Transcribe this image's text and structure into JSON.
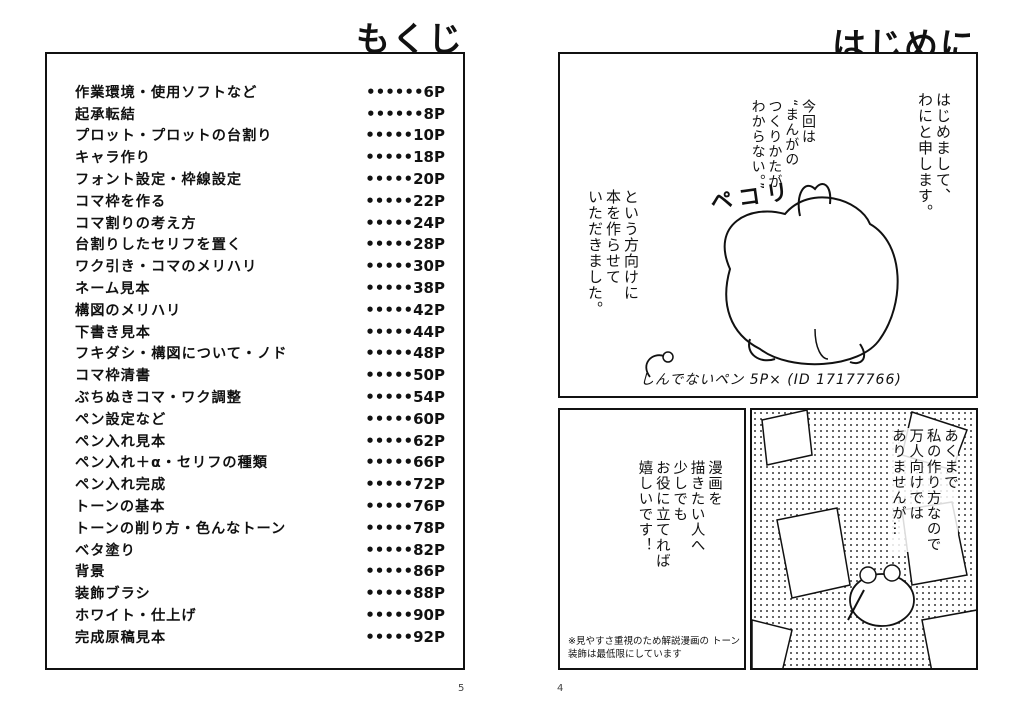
{
  "left_page": {
    "title": "もくじ",
    "toc": [
      {
        "label": "作業環境・使用ソフトなど",
        "page": "••••••6P"
      },
      {
        "label": "起承転結",
        "page": "••••••8P"
      },
      {
        "label": "プロット・プロットの台割り",
        "page": "•••••10P"
      },
      {
        "label": "キャラ作り",
        "page": "•••••18P"
      },
      {
        "label": "フォント設定・枠線設定",
        "page": "•••••20P"
      },
      {
        "label": "コマ枠を作る",
        "page": "•••••22P"
      },
      {
        "label": "コマ割りの考え方",
        "page": "•••••24P"
      },
      {
        "label": "台割りしたセリフを置く",
        "page": "•••••28P"
      },
      {
        "label": "ワク引き・コマのメリハリ",
        "page": "•••••30P"
      },
      {
        "label": "ネーム見本",
        "page": "•••••38P"
      },
      {
        "label": "構図のメリハリ",
        "page": "•••••42P"
      },
      {
        "label": "下書き見本",
        "page": "•••••44P"
      },
      {
        "label": "フキダシ・構図について・ノド",
        "page": "•••••48P"
      },
      {
        "label": "コマ枠清書",
        "page": "•••••50P"
      },
      {
        "label": "ぶちぬきコマ・ワク調整",
        "page": "•••••54P"
      },
      {
        "label": "ペン設定など",
        "page": "•••••60P"
      },
      {
        "label": "ペン入れ見本",
        "page": "•••••62P"
      },
      {
        "label": "ペン入れ＋α・セリフの種類",
        "page": "•••••66P"
      },
      {
        "label": "ペン入れ完成",
        "page": "•••••72P"
      },
      {
        "label": "トーンの基本",
        "page": "•••••76P"
      },
      {
        "label": "トーンの削り方・色んなトーン",
        "page": "•••••78P"
      },
      {
        "label": "ベタ塗り",
        "page": "•••••82P"
      },
      {
        "label": "背景",
        "page": "•••••86P"
      },
      {
        "label": "装飾ブラシ",
        "page": "•••••88P"
      },
      {
        "label": "ホワイト・仕上げ",
        "page": "•••••90P"
      },
      {
        "label": "完成原稿見本",
        "page": "•••••92P"
      }
    ],
    "page_number": "5"
  },
  "right_page": {
    "title": "はじめに",
    "panel1": {
      "text_a": "はじめまして、\nわにと申します。",
      "text_b": "今回は\n“まんがの\nつくりかたが\nわからない。”",
      "text_c": "という方向けに\n本を作らせて\nいただきました。",
      "sfx": "ペコリ",
      "signature": "しんでないペン 5P× (ID 17177766)"
    },
    "panel2": {
      "text": "漫画を\n描きたい人へ\n少しでも\nお役に立てれば\n嬉しいです！",
      "note": "※見やすさ重視のため解説漫画の\nトーン装飾は最低限にしています"
    },
    "panel3": {
      "text": "あくまで\n私の作り方なので\n万人向けでは\nありませんが…"
    },
    "page_number": "4"
  }
}
